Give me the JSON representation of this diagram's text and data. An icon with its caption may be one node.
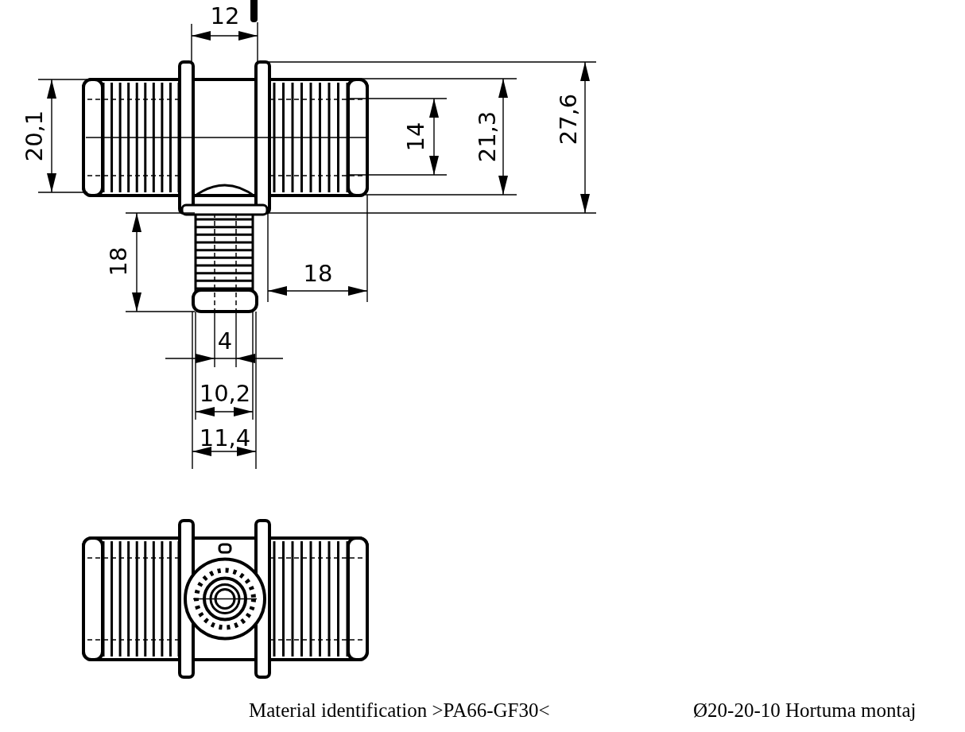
{
  "diagram": {
    "labels": [
      "12",
      "20,1",
      "14",
      "21,3",
      "27,6",
      "18",
      "18",
      "4",
      "10,2",
      "11,4",
      "Material identification >PA66-GF30<",
      "Ø20-20-10 Hortuma montaj"
    ]
  }
}
